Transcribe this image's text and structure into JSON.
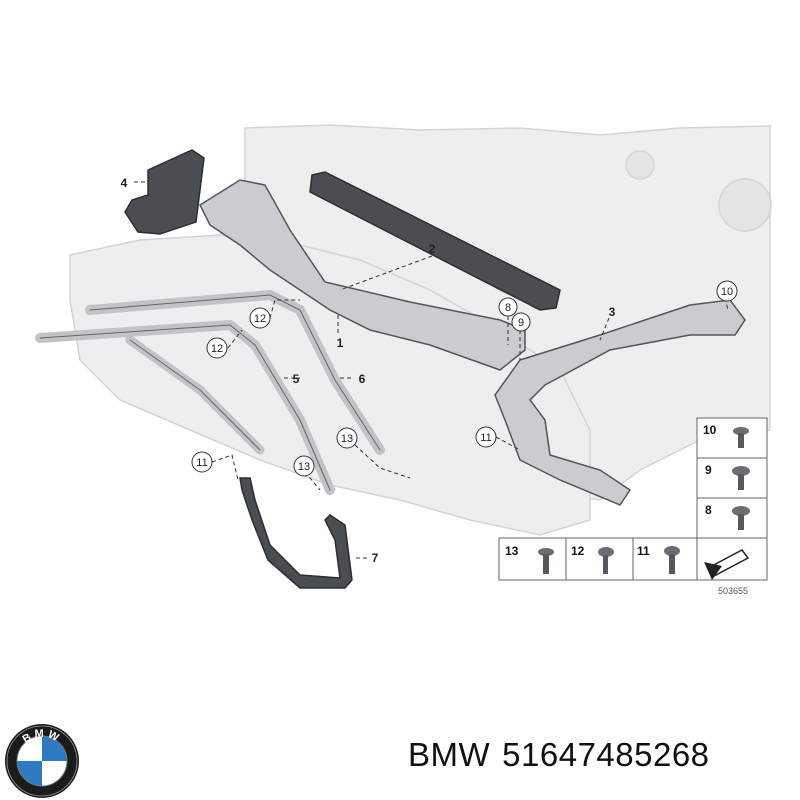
{
  "diagram": {
    "reference_code": "503655",
    "callouts": [
      {
        "num": "1"
      },
      {
        "num": "2"
      },
      {
        "num": "3"
      },
      {
        "num": "4"
      },
      {
        "num": "5"
      },
      {
        "num": "6"
      },
      {
        "num": "7"
      },
      {
        "num": "8"
      },
      {
        "num": "9"
      },
      {
        "num": "10"
      },
      {
        "num": "11"
      },
      {
        "num": "11"
      },
      {
        "num": "12"
      },
      {
        "num": "12"
      },
      {
        "num": "13"
      },
      {
        "num": "13"
      }
    ],
    "legend": [
      "10",
      "9",
      "8",
      "13",
      "12",
      "11"
    ]
  },
  "caption": {
    "brand": "BMW",
    "part_number": "51647485268"
  },
  "logo": {
    "text": "BMW",
    "colors": {
      "ring": "#1b1b1b",
      "blue": "#2e7bc4",
      "white": "#ffffff"
    }
  },
  "colors": {
    "line": "#333333",
    "part_fill": "#c9cdd1",
    "dark_part": "#4a4d52",
    "bg_body": "#e4e6e8"
  }
}
